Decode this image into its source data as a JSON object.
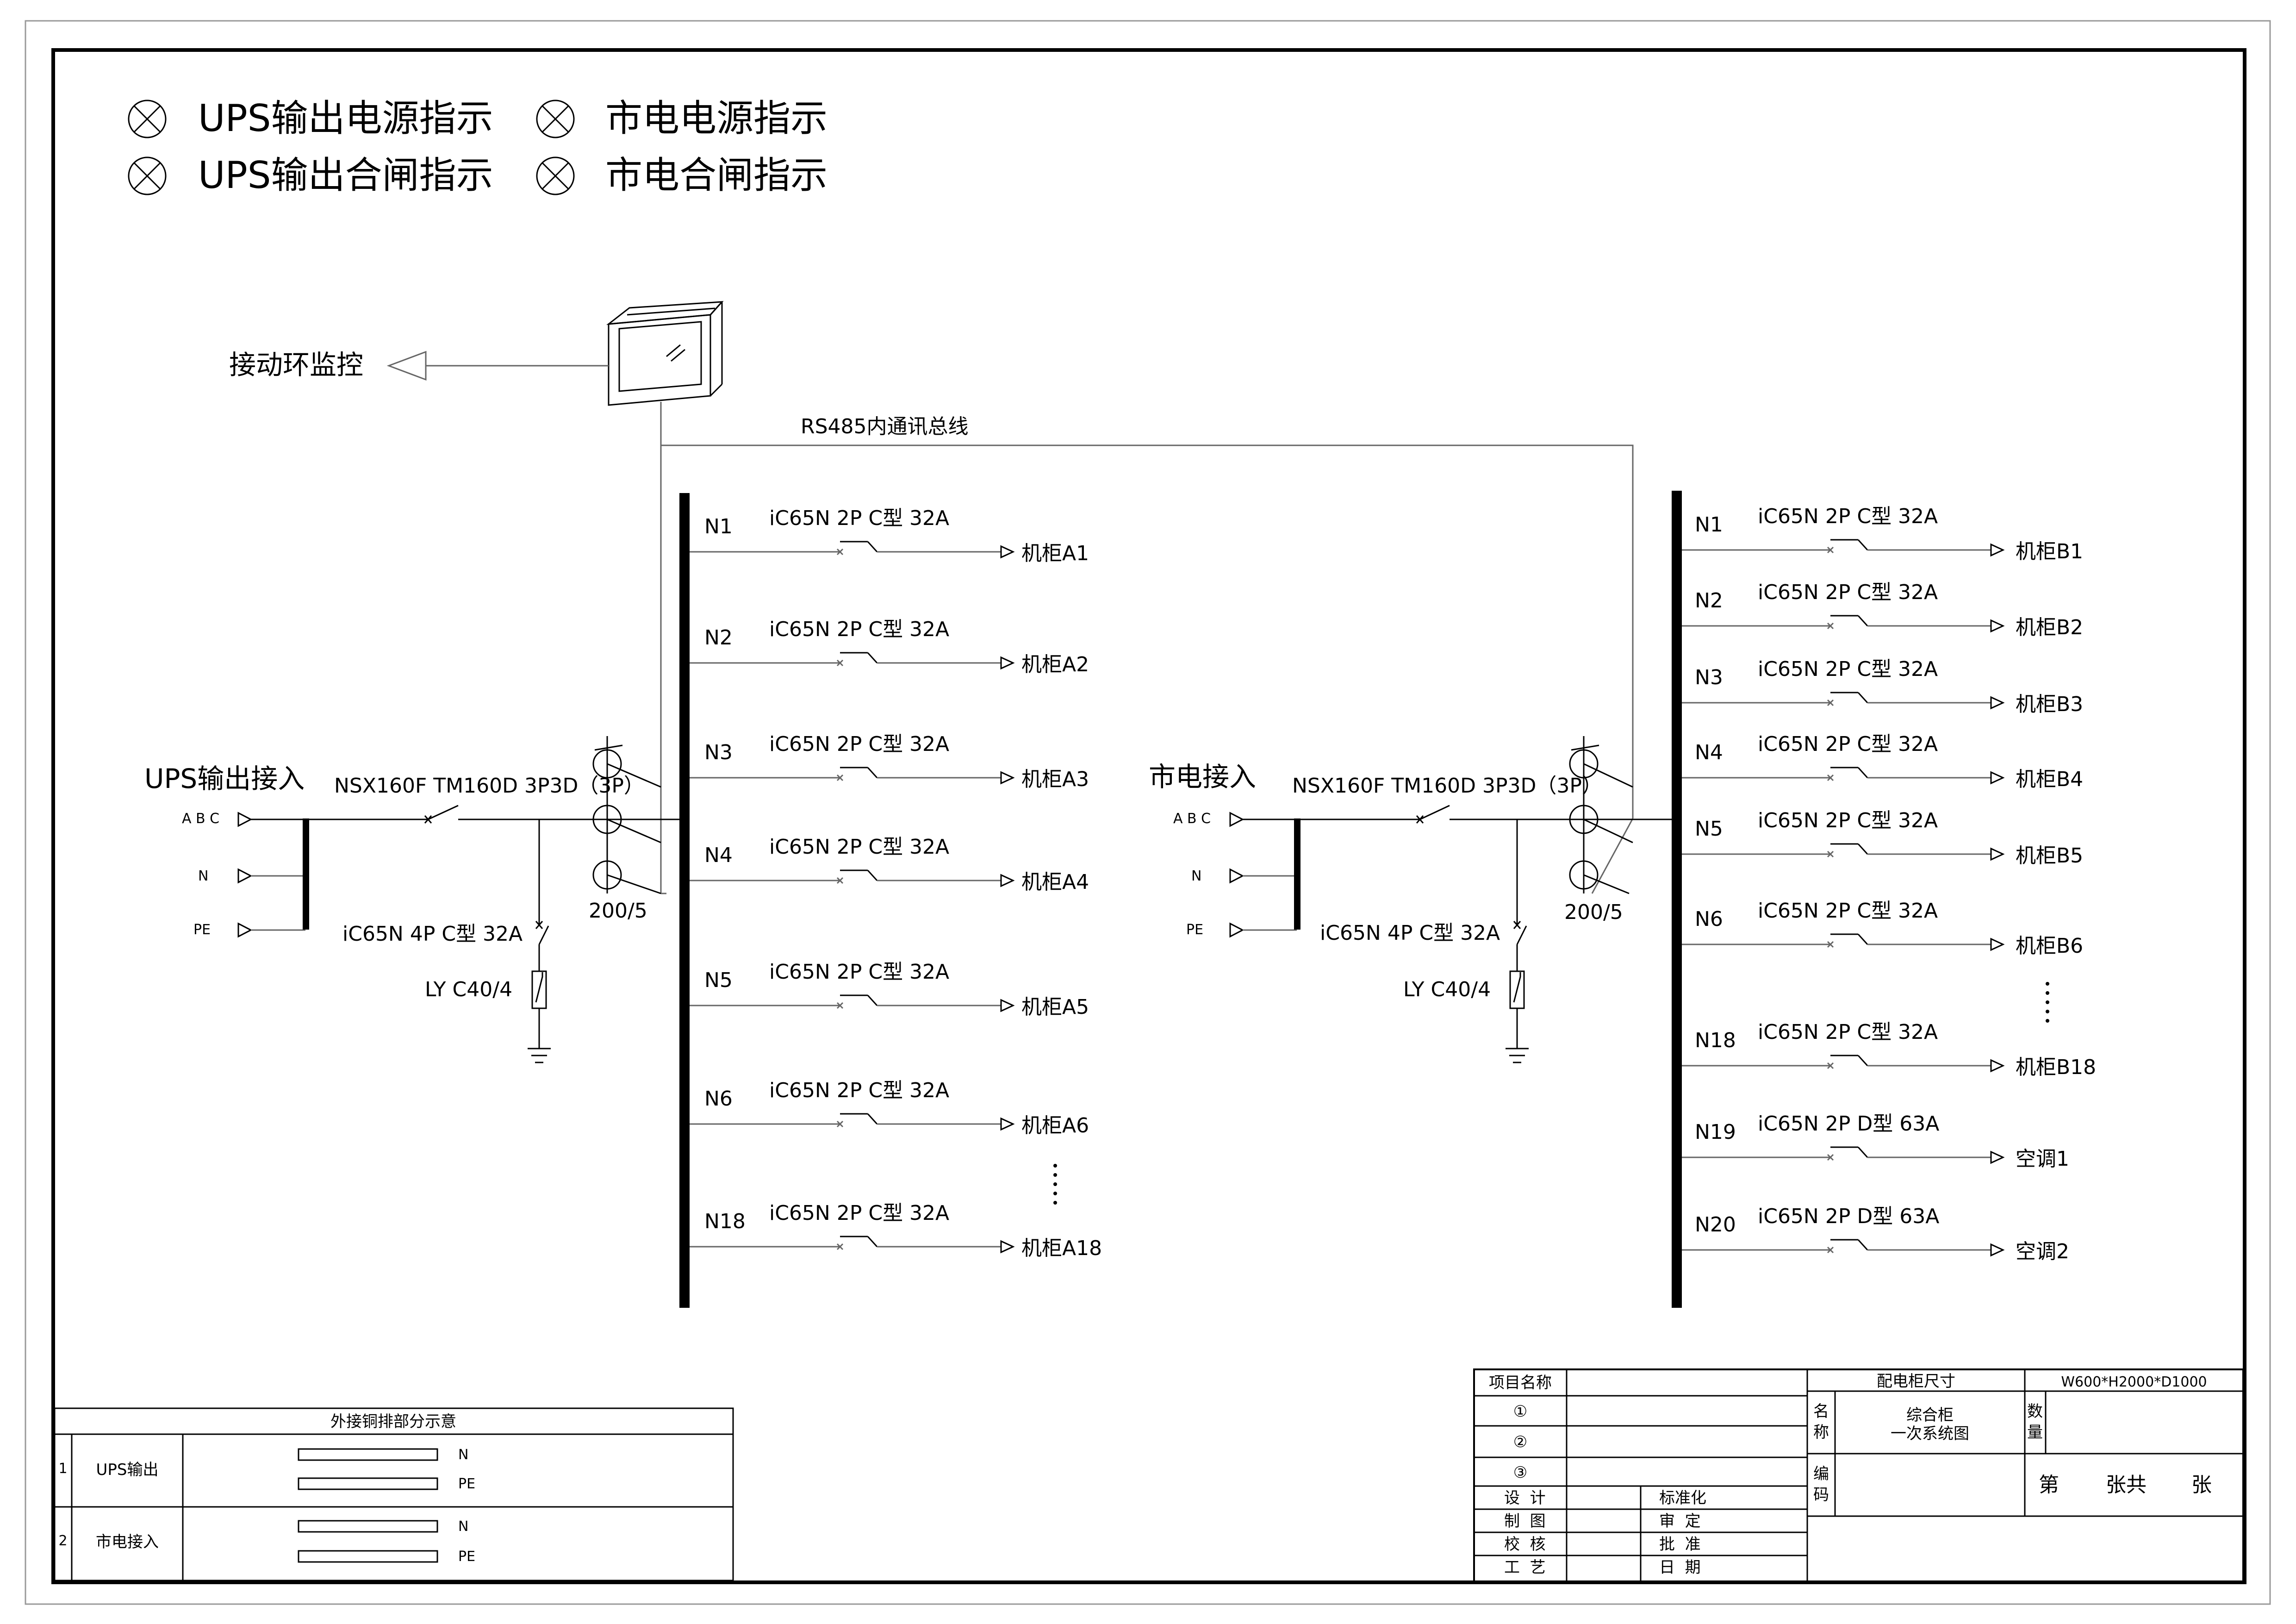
{
  "legend": [
    {
      "label": "UPS输出电源指示"
    },
    {
      "label": "市电电源指示"
    },
    {
      "label": "UPS输出合闸指示"
    },
    {
      "label": "市电合闸指示"
    }
  ],
  "monitor": {
    "label": "接动环监控"
  },
  "bus_comm": {
    "label": "RS485内通讯总线"
  },
  "ups_input": {
    "title": "UPS输出接入",
    "phase_abc": "A B C",
    "phase_n": "N",
    "phase_pe": "PE",
    "main_breaker": "NSX160F TM160D 3P3D（3P）",
    "spd_breaker": "iC65N 4P C型 32A",
    "spd": "LY C40/4",
    "ct": "200/5"
  },
  "mains_input": {
    "title": "市电接入",
    "phase_abc": "A B C",
    "phase_n": "N",
    "phase_pe": "PE",
    "main_breaker": "NSX160F TM160D 3P3D（3P）",
    "spd_breaker": "iC65N 4P C型 32A",
    "spd": "LY C40/4",
    "ct": "200/5"
  },
  "feeders_a": [
    {
      "no": "N1",
      "breaker": "iC65N 2P C型 32A",
      "load": "机柜A1"
    },
    {
      "no": "N2",
      "breaker": "iC65N 2P C型 32A",
      "load": "机柜A2"
    },
    {
      "no": "N3",
      "breaker": "iC65N 2P C型 32A",
      "load": "机柜A3"
    },
    {
      "no": "N4",
      "breaker": "iC65N 2P C型 32A",
      "load": "机柜A4"
    },
    {
      "no": "N5",
      "breaker": "iC65N 2P C型 32A",
      "load": "机柜A5"
    },
    {
      "no": "N6",
      "breaker": "iC65N 2P C型 32A",
      "load": "机柜A6"
    },
    {
      "no": "N18",
      "breaker": "iC65N 2P C型 32A",
      "load": "机柜A18"
    }
  ],
  "feeders_b": [
    {
      "no": "N1",
      "breaker": "iC65N 2P C型 32A",
      "load": "机柜B1"
    },
    {
      "no": "N2",
      "breaker": "iC65N 2P C型 32A",
      "load": "机柜B2"
    },
    {
      "no": "N3",
      "breaker": "iC65N 2P C型 32A",
      "load": "机柜B3"
    },
    {
      "no": "N4",
      "breaker": "iC65N 2P C型 32A",
      "load": "机柜B4"
    },
    {
      "no": "N5",
      "breaker": "iC65N 2P C型 32A",
      "load": "机柜B5"
    },
    {
      "no": "N6",
      "breaker": "iC65N 2P C型 32A",
      "load": "机柜B6"
    },
    {
      "no": "N18",
      "breaker": "iC65N 2P C型 32A",
      "load": "机柜B18"
    },
    {
      "no": "N19",
      "breaker": "iC65N 2P D型 63A",
      "load": "空调1"
    },
    {
      "no": "N20",
      "breaker": "iC65N 2P D型 63A",
      "load": "空调2"
    }
  ],
  "copper_table": {
    "title": "外接铜排部分示意",
    "rows": [
      {
        "index": "1",
        "name": "UPS输出",
        "bar1": "N",
        "bar2": "PE"
      },
      {
        "index": "2",
        "name": "市电接入",
        "bar1": "N",
        "bar2": "PE"
      }
    ]
  },
  "title_block": {
    "project_name": "项目名称",
    "marks": [
      "①",
      "②",
      "③"
    ],
    "design": "设  计",
    "draw": "制  图",
    "check": "校  核",
    "process": "工  艺",
    "standard": "标准化",
    "review": "审  定",
    "approve": "批  准",
    "date": "日  期",
    "size_label": "配电柜尺寸",
    "size_value": "W600*H2000*D1000",
    "name_label_1": "名",
    "name_label_2": "称",
    "name_value_1": "综合柜",
    "name_value_2": "一次系统图",
    "qty_label_1": "数",
    "qty_label_2": "量",
    "code_label_1": "编",
    "code_label_2": "码",
    "sheet_di": "第",
    "sheet_zhang_gong": "张共",
    "sheet_zhang": "张"
  }
}
